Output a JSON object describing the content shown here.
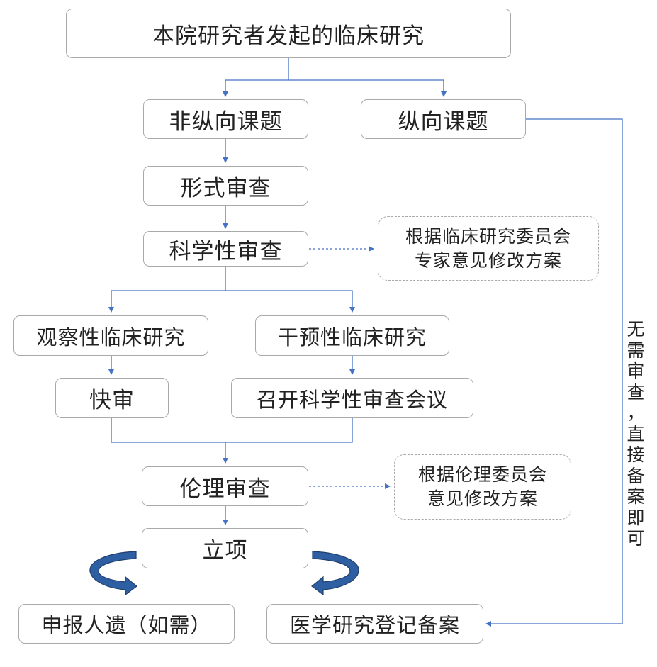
{
  "nodes": {
    "root": "本院研究者发起的临床研究",
    "non_vertical": "非纵向课题",
    "vertical": "纵向课题",
    "formal_review": "形式审查",
    "science_review": "科学性审查",
    "science_feedback": [
      "根据临床研究委员会",
      "专家意见修改方案"
    ],
    "observational": "观察性临床研究",
    "interventional": "干预性临床研究",
    "fast_review": "快审",
    "science_meeting": "召开科学性审查会议",
    "ethics_review": "伦理审查",
    "ethics_feedback": [
      "根据伦理委员会",
      "意见修改方案"
    ],
    "approval": "立项",
    "genetics_filing": "申报人遗（如需）",
    "registration": "医学研究登记备案"
  },
  "side_note": [
    "无",
    "需",
    "审",
    "查",
    "，",
    "直",
    "接",
    "备",
    "案",
    "即",
    "可"
  ],
  "colors": {
    "connector": "#4472c4",
    "box_border": "#a9a9a9",
    "curved_arrow_fill": "#2e5fa3",
    "curved_arrow_stroke": "#1f3f6e"
  }
}
